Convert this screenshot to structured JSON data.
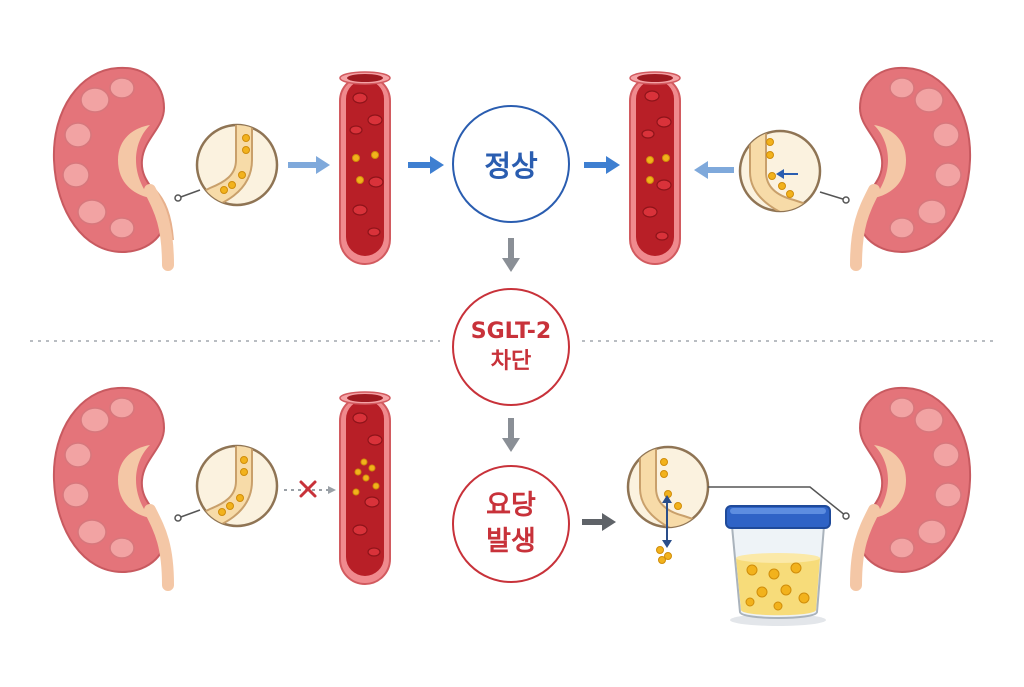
{
  "labels": {
    "normal": "정상",
    "sglt2_line1": "SGLT-2",
    "sglt2_line2": "차단",
    "glycosuria_line1": "요당",
    "glycosuria_line2": "발생"
  },
  "colors": {
    "normal_accent": "#2a5db0",
    "block_accent": "#c8323a",
    "kidney": "#e4747a",
    "kidney_inner": "#f4c7a6",
    "blood": "#b81f27",
    "vessel": "#f08a8e",
    "glucose": "#f2b21c",
    "flow_arrow": "#3e7fd1",
    "gray_arrow": "#8a8f96",
    "urine": "#f7dc7a",
    "cup_lid": "#2f63c6"
  },
  "icons": {
    "blocked": "x-mark-icon"
  }
}
